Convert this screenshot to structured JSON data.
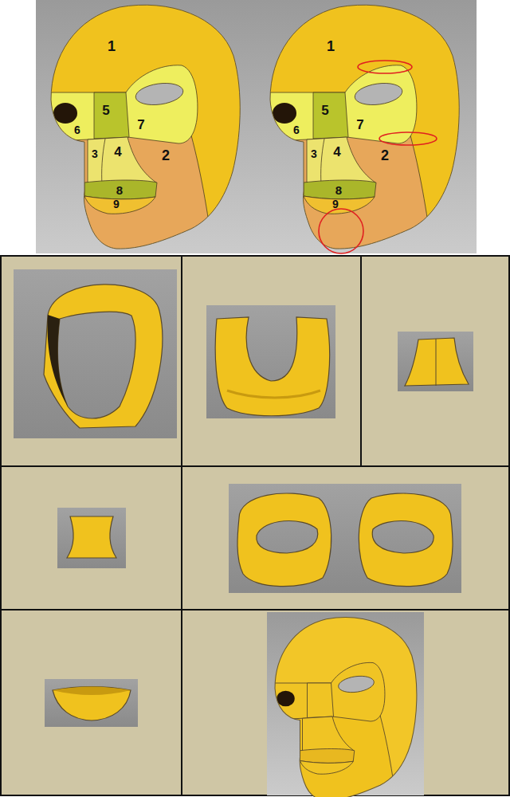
{
  "diagram": {
    "labels": [
      "1",
      "5",
      "6",
      "7",
      "3",
      "4",
      "2",
      "8",
      "9",
      "1",
      "5",
      "6",
      "7",
      "3",
      "4",
      "2",
      "8",
      "9"
    ]
  }
}
